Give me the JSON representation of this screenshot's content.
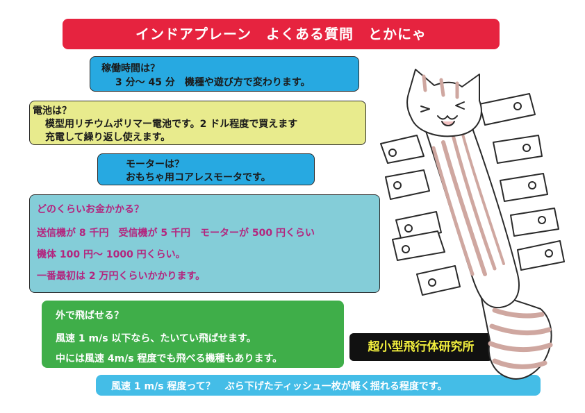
{
  "title": "インドアプレーン　よくある質問　とかにゃ",
  "q1": {
    "question": "稼働時間は？",
    "answer": "3 分〜 45 分　機種や遊び方で変わります。"
  },
  "q2": {
    "question": "電池は？",
    "answer1": "模型用リチウムポリマー電池です。2 ドル程度で買えます",
    "answer2": "充電して繰り返し使えます。"
  },
  "q3": {
    "question": "モーターは？",
    "answer": "おもちゃ用コアレスモータです。"
  },
  "q4": {
    "question": "どのくらいお金かかる？",
    "answer1": "送信機が 8 千円　受信機が 5 千円　モーターが 500 円くらい",
    "answer2": "機体 100 円〜 1000 円くらい。",
    "answer3": "一番最初は 2 万円くらいかかります。"
  },
  "q5": {
    "question": "外で飛ばせる？",
    "answer1": "風速 1 m/s 以下なら、たいてい飛ばせます。",
    "answer2": "中には風速 4m/s 程度でも飛べる機種もあります。"
  },
  "q6": {
    "text": "風速 1 m/s 程度って？　ぶら下げたティッシュ一枚が軽く揺れる程度です。"
  },
  "tag": "超小型飛行体研究所",
  "illustration": {
    "name": "cat-illustration"
  }
}
